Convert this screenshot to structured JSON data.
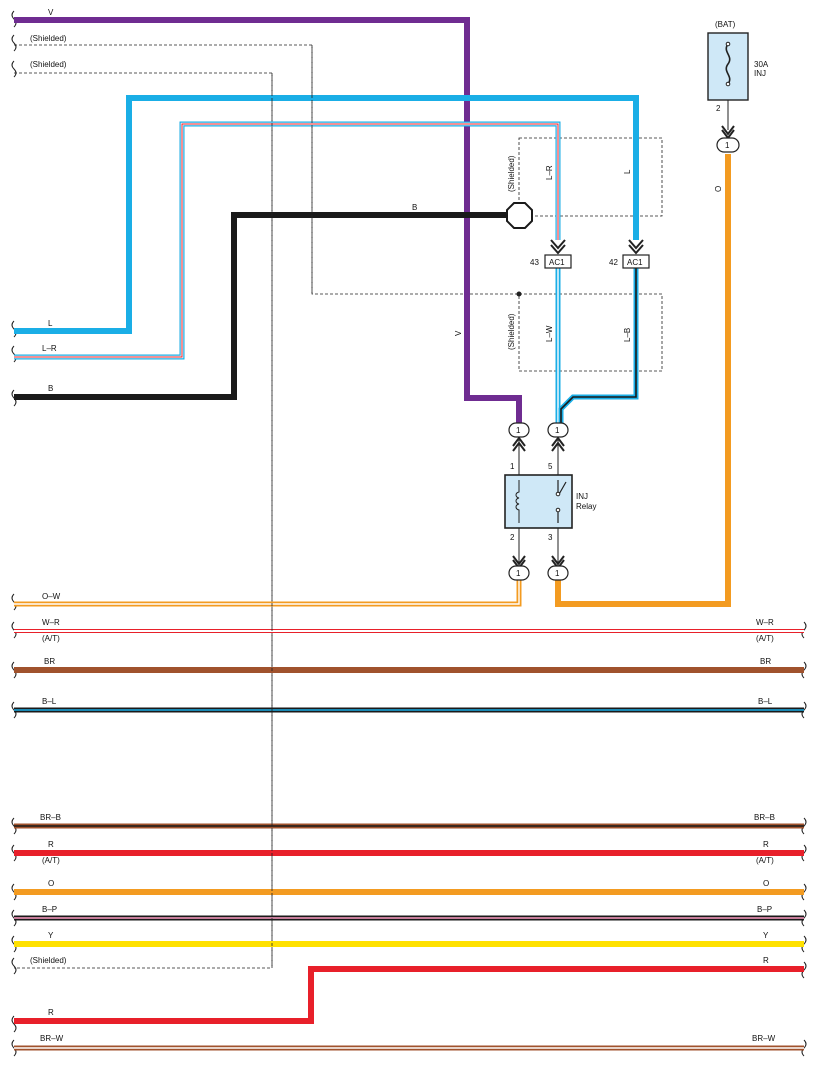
{
  "colors": {
    "V": "#6f2c91",
    "L": "#1aaee6",
    "B": "#1a1a1a",
    "O": "#f39b21",
    "R": "#e8202a",
    "W": "#ffffff",
    "BR": "#a0522d",
    "P": "#ff9ec4",
    "Y": "#ffe100",
    "fuse_fill": "#cfe8f7",
    "relay_fill": "#cfe8f7"
  },
  "wire_labels": {
    "v_top": "V",
    "shielded_1": "(Shielded)",
    "shielded_2": "(Shielded)",
    "l_left": "L",
    "lr_left": "L–R",
    "b_left": "B",
    "b_mid": "B",
    "v_vert": "V",
    "o_vert": "O",
    "lr_vert": "L–R",
    "l_vert": "L",
    "lw_vert": "L–W",
    "lb_vert": "L–B",
    "shielded_v1": "(Shielded)",
    "shielded_v2": "(Shielded)",
    "ow": "O–W",
    "wr_l": "W–R",
    "wr_r": "W–R",
    "at1_l": "(A/T)",
    "at1_r": "(A/T)",
    "br_l": "BR",
    "br_r": "BR",
    "bl_l": "B–L",
    "bl_r": "B–L",
    "brb_l": "BR–B",
    "brb_r": "BR–B",
    "r_l": "R",
    "r_r": "R",
    "at2_l": "(A/T)",
    "at2_r": "(A/T)",
    "o_l": "O",
    "o_r": "O",
    "bp_l": "B–P",
    "bp_r": "B–P",
    "y_l": "Y",
    "y_r": "Y",
    "shielded_bottom": "(Shielded)",
    "r_step_r": "R",
    "r_step_l": "R",
    "brw_l": "BR–W",
    "brw_r": "BR–W"
  },
  "fuse": {
    "source": "(BAT)",
    "rating": "30A",
    "name": "INJ",
    "pin": "2"
  },
  "relay": {
    "name_line1": "INJ",
    "name_line2": "Relay",
    "pin_1": "1",
    "pin_5": "5",
    "pin_2": "2",
    "pin_3": "3"
  },
  "connectors": {
    "ac1_43_num": "43",
    "ac1_43_name": "AC1",
    "ac1_42_num": "42",
    "ac1_42_name": "AC1",
    "pin_fuse": "1",
    "pin_relay1": "1",
    "pin_relay5": "1",
    "pin_relay2": "1",
    "pin_relay3": "1"
  }
}
